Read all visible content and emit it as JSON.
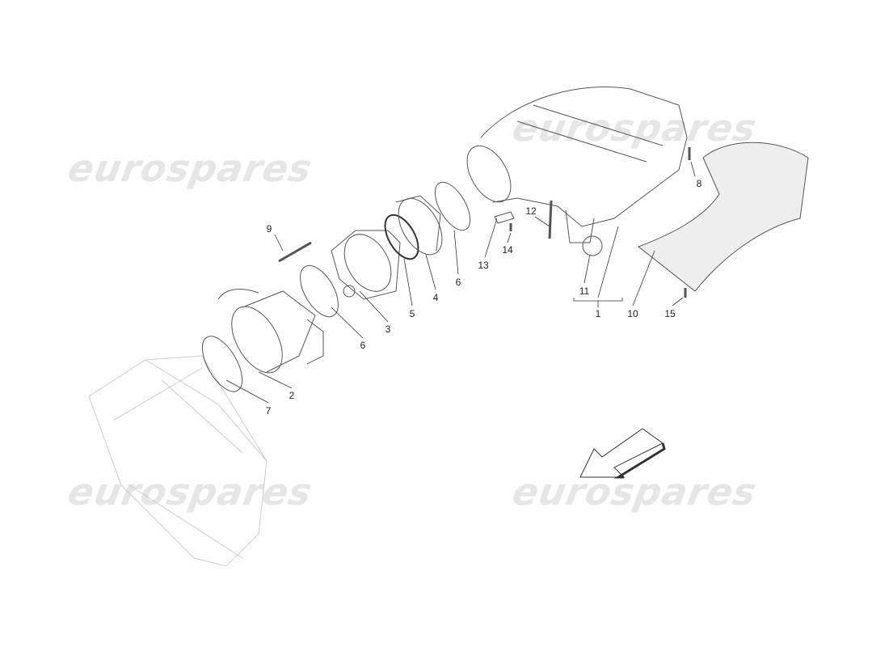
{
  "watermark": "eurospares",
  "callouts": {
    "c1": "1",
    "c2": "2",
    "c3": "3",
    "c4": "4",
    "c5": "5",
    "c6a": "6",
    "c6b": "6",
    "c7": "7",
    "c8": "8",
    "c9": "9",
    "c10": "10",
    "c11": "11",
    "c12": "12",
    "c13": "13",
    "c14": "14",
    "c15": "15"
  },
  "colors": {
    "line": "#555555",
    "watermark": "#e6e6e6",
    "arrow": "#333333"
  },
  "direction_arrow": "arrow-down-left-icon"
}
